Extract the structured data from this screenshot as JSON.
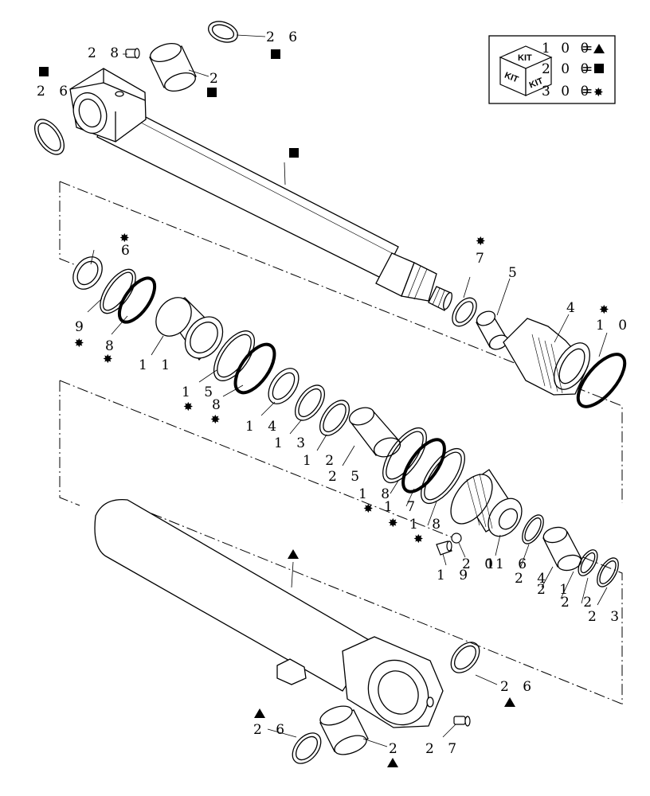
{
  "kit_legend": {
    "cube_text_top": "KIT",
    "cube_text_left": "KIT",
    "cube_text_right": "KIT",
    "rows": [
      {
        "code": "1 0 0",
        "symbol": "triangle"
      },
      {
        "code": "2 0 0",
        "symbol": "square"
      },
      {
        "code": "3 0 0",
        "symbol": "star"
      }
    ]
  },
  "symbols": {
    "triangle": "▲",
    "square": "■",
    "star": "✸",
    "equals": "="
  },
  "callouts": {
    "c26_top": "2 6",
    "c28": "2 8",
    "c2_top": "2",
    "c26_left": "2 6",
    "c6": "6",
    "c9": "9",
    "c8_left": "8",
    "c11": "1 1",
    "c15": "1 5",
    "c8_mid": "8",
    "c14": "1 4",
    "c13": "1 3",
    "c12": "1 2",
    "c25": "2 5",
    "c18_a": "1 8",
    "c17": "1 7",
    "c18_b": "1 8",
    "c7": "7",
    "c5": "5",
    "c4": "4",
    "c10": "1 0",
    "c19": "1 9",
    "c20": "2 0",
    "c1": "1",
    "c16": "1 6",
    "c24": "2 4",
    "c21": "2 1",
    "c22": "2 2",
    "c23": "2 3",
    "c26_right": "2 6",
    "c26_bottom": "2 6",
    "c27": "2 7",
    "c2_bottom": "2"
  }
}
